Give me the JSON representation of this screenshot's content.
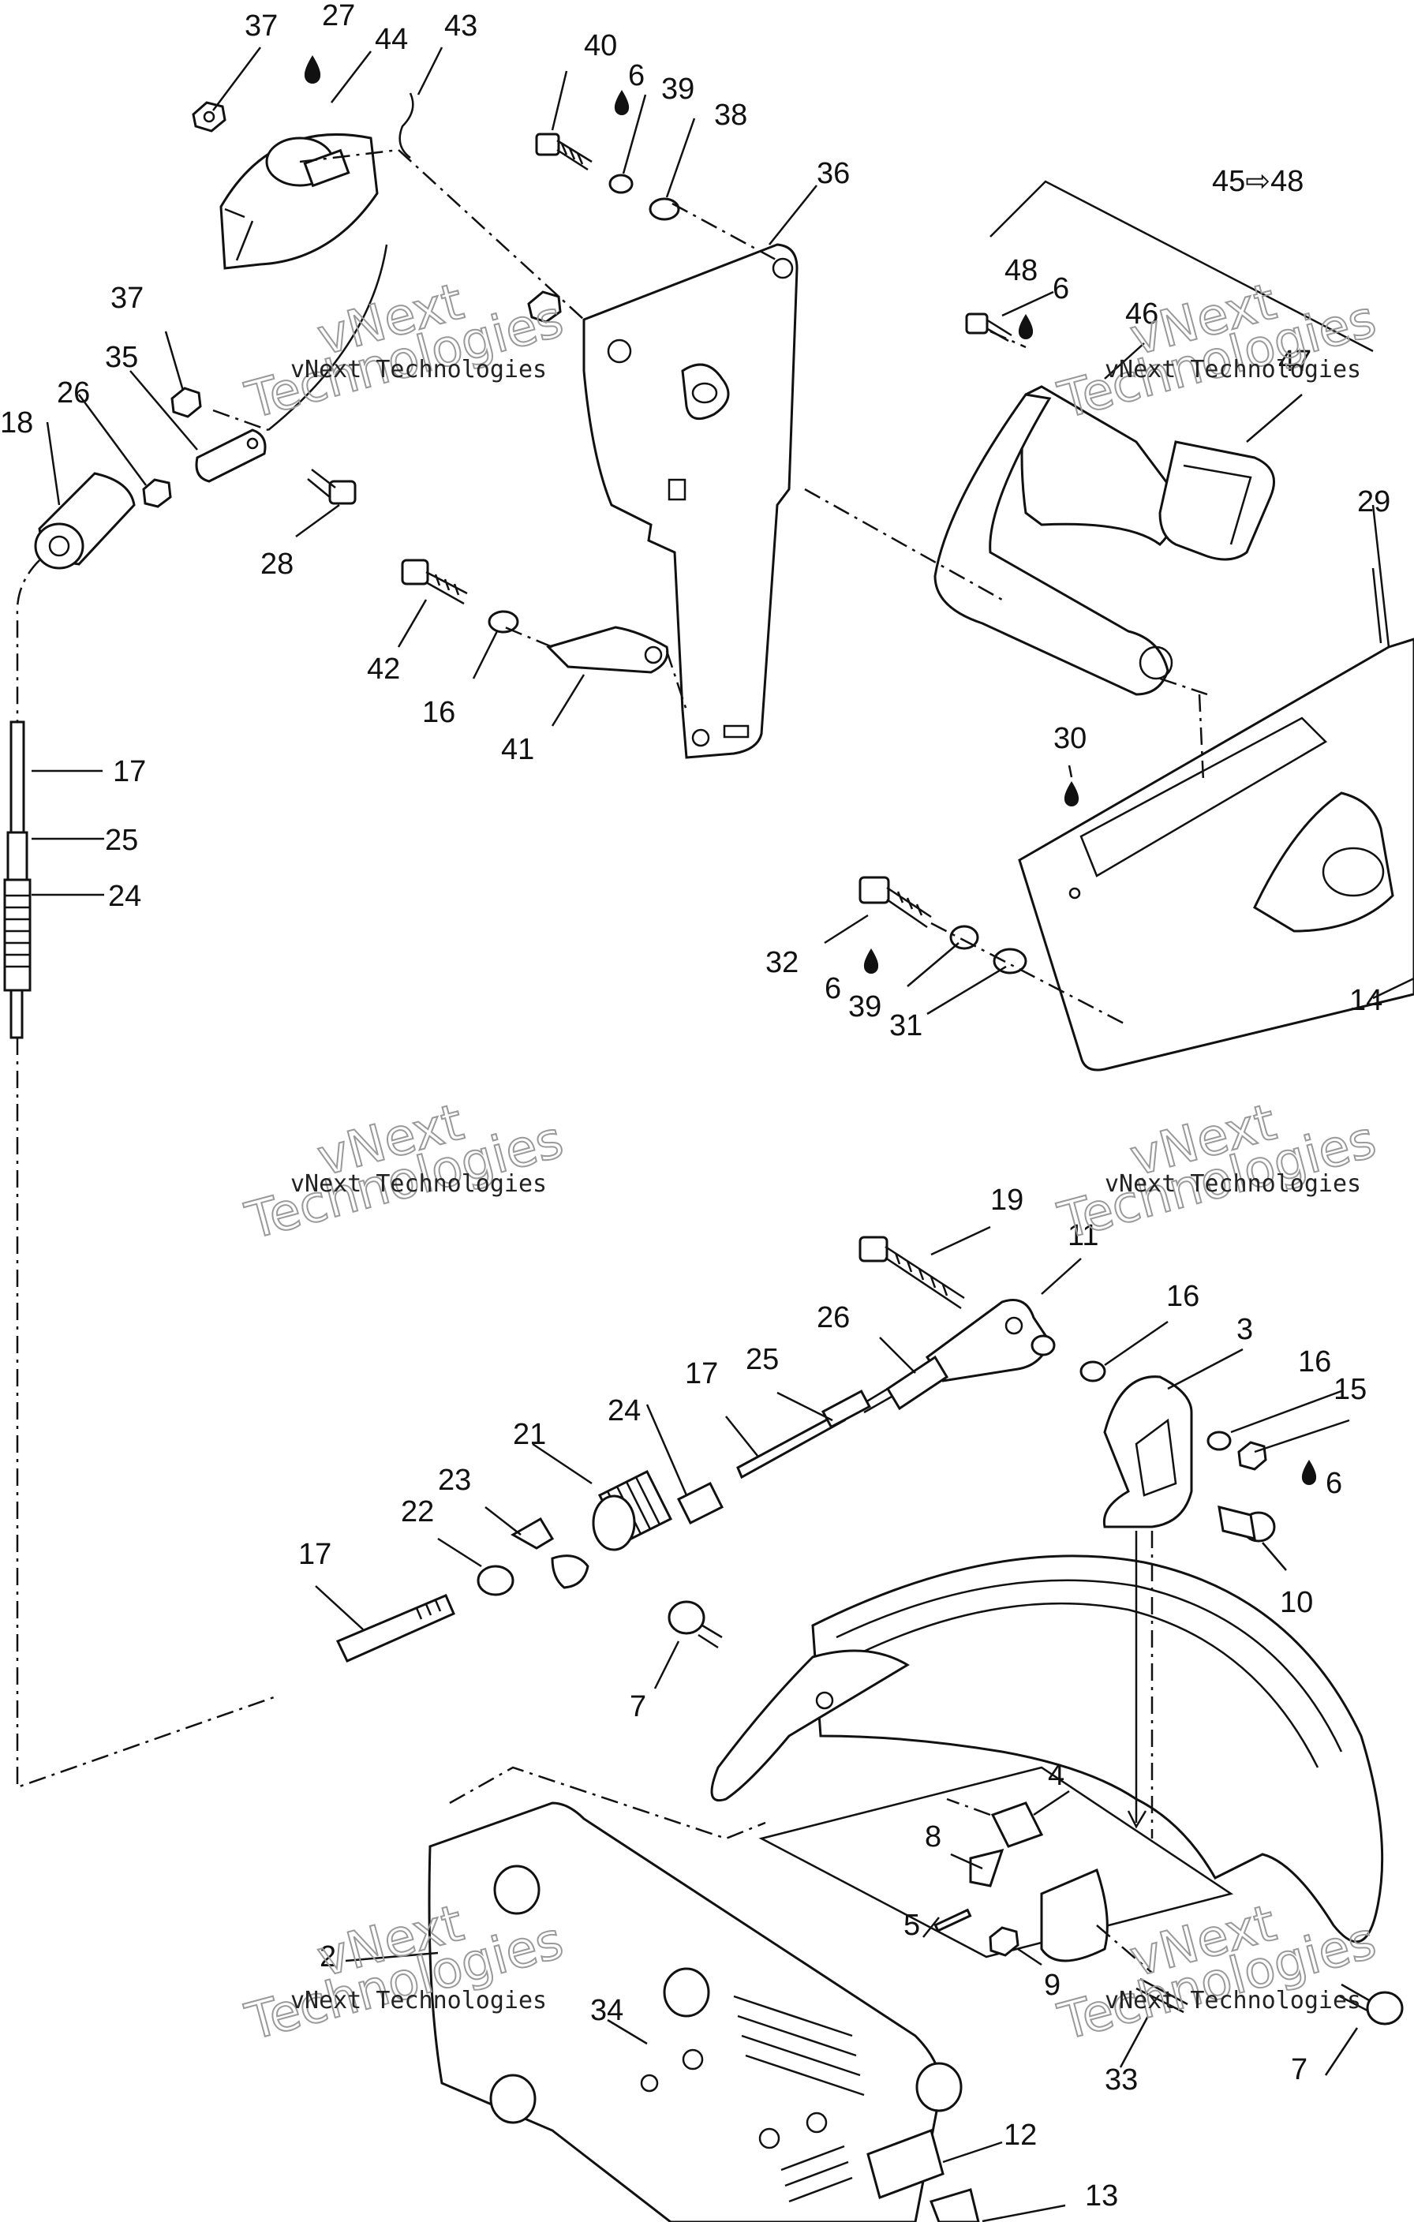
{
  "watermark": {
    "small_text": "vNext Technologies",
    "big_top": "vNext",
    "big_bottom": "Technologies"
  },
  "callouts": {
    "c37a": "37",
    "c27": "27",
    "c44": "44",
    "c43": "43",
    "c40": "40",
    "c6a": "6",
    "c39a": "39",
    "c38": "38",
    "c36": "36",
    "c45_48": "45⇨48",
    "c48": "48",
    "c6b": "6",
    "c46": "46",
    "c47": "47",
    "c37b": "37",
    "c35": "35",
    "c26a": "26",
    "c18": "18",
    "c28": "28",
    "c42": "42",
    "c16a": "16",
    "c41": "41",
    "c17a": "17",
    "c25a": "25",
    "c24a": "24",
    "c29": "29",
    "c30": "30",
    "c32": "32",
    "c6c": "6",
    "c39b": "39",
    "c31": "31",
    "c14": "14",
    "c19": "19",
    "c11": "11",
    "c26b": "26",
    "c16b": "16",
    "c3": "3",
    "c17b": "17",
    "c25b": "25",
    "c24b": "24",
    "c21": "21",
    "c16c": "16",
    "c15": "15",
    "c6d": "6",
    "c23": "23",
    "c22": "22",
    "c10": "10",
    "c17c": "17",
    "c7a": "7",
    "c4": "4",
    "c8": "8",
    "c5": "5",
    "c2": "2",
    "c34": "34",
    "c9": "9",
    "c33": "33",
    "c7b": "7",
    "c12": "12",
    "c13": "13"
  },
  "icons": [
    "oil-drop-icon"
  ]
}
